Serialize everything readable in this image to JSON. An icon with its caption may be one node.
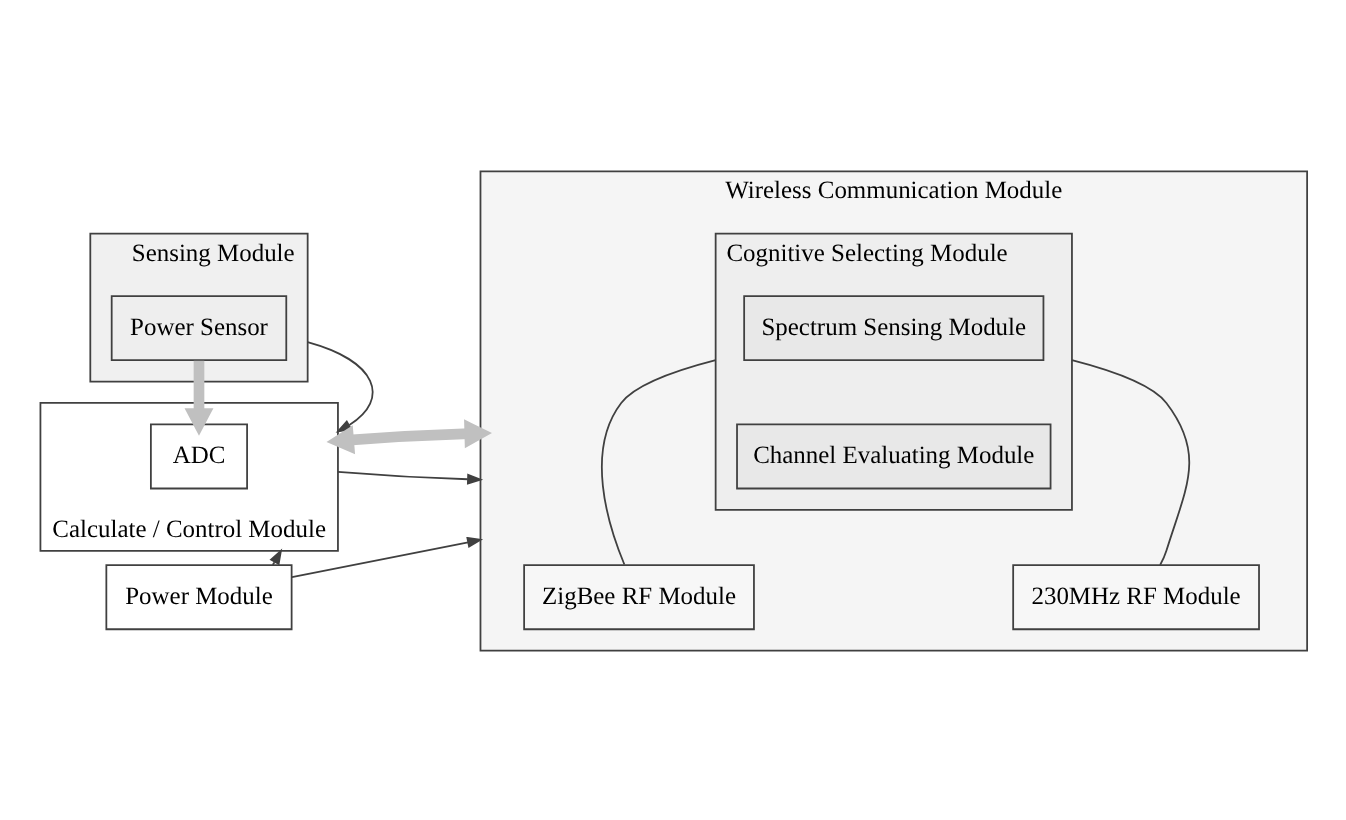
{
  "diagram": {
    "nodes": [
      {
        "text": [
          "Sensing Module"
        ]
      },
      {
        "text": [
          "Power Sensor"
        ],
        "in": 0
      },
      {
        "text": [
          "Calculate / Control Module"
        ]
      },
      {
        "text": [
          "ADC"
        ],
        "in": 2
      },
      {
        "text": [
          "Power Module"
        ]
      },
      {
        "text": [
          "Wireless Communication Module"
        ]
      },
      {
        "text": [
          "Cognitive Selecting Module"
        ],
        "in": 5
      },
      {
        "text": [
          "Spectrum Sensing Module"
        ],
        "in": 6
      },
      {
        "text": [
          "Channel Evaluating Module"
        ],
        "in": 6
      },
      {
        "text": [
          "ZigBee RF Module"
        ],
        "in": 5
      },
      {
        "text": [
          "230MHz RF Module"
        ],
        "in": 5
      }
    ],
    "edges": [
      {
        "from": 1,
        "to": 3,
        "arrow": "to",
        "style": "thick",
        "color": "#c0c0c0"
      },
      {
        "from": 0,
        "to": 2,
        "arrow": "to"
      },
      {
        "from": 2,
        "to": 5,
        "arrow": "to"
      },
      {
        "from": 2,
        "to": 5,
        "arrow": "both",
        "style": "thick",
        "color": "#c0c0c0"
      },
      {
        "from": 4,
        "to": 2,
        "arrow": "to"
      },
      {
        "from": 4,
        "to": 5,
        "arrow": "to"
      },
      {
        "from": 6,
        "to": 9,
        "arrow": "none"
      },
      {
        "from": 6,
        "to": 10,
        "arrow": "none"
      }
    ]
  }
}
